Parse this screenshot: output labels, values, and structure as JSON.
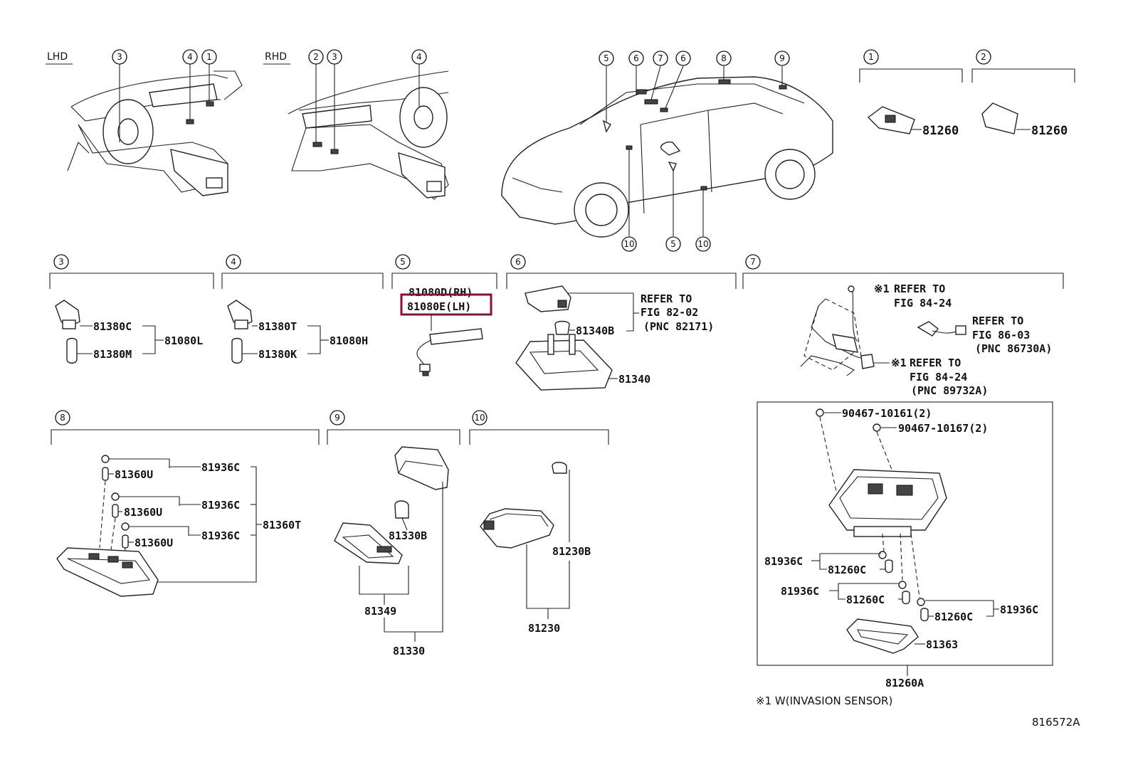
{
  "views": {
    "lhd": "LHD",
    "rhd": "RHD"
  },
  "callouts": {
    "c1": "1",
    "c2": "2",
    "c3": "3",
    "c4": "4",
    "c5": "5",
    "c6": "6",
    "c7": "7",
    "c8": "8",
    "c9": "9",
    "c10": "10"
  },
  "parts": {
    "p81260_a": "81260",
    "p81260_b": "81260",
    "p81380C": "81380C",
    "p81380M": "81380M",
    "p81080L": "81080L",
    "p81380T": "81380T",
    "p81380K": "81380K",
    "p81080H": "81080H",
    "p81080D": "81080D(RH)",
    "p81080E": "81080E(LH)",
    "p81340B": "81340B",
    "p81340": "81340",
    "p81936C_1": "81936C",
    "p81936C_2": "81936C",
    "p81936C_3": "81936C",
    "p81360U_1": "81360U",
    "p81360U_2": "81360U",
    "p81360U_3": "81360U",
    "p81360T": "81360T",
    "p81330B": "81330B",
    "p81349": "81349",
    "p81330": "81330",
    "p81230B": "81230B",
    "p81230": "81230",
    "p90467_10161": "90467-10161(2)",
    "p90467_10167": "90467-10167(2)",
    "p81936C_4": "81936C",
    "p81260C_1": "81260C",
    "p81936C_5": "81936C",
    "p81260C_2": "81260C",
    "p81260C_3": "81260C",
    "p81936C_6": "81936C",
    "p81363": "81363",
    "p81260A": "81260A"
  },
  "refs": {
    "s6_l1": "REFER TO",
    "s6_l2": "FIG 82-02",
    "s6_l3": "(PNC 82171)",
    "s7a_mark": "※1",
    "s7a_l1": "REFER TO",
    "s7a_l2": "FIG 84-24",
    "s7b_l1": "REFER TO",
    "s7b_l2": "FIG 86-03",
    "s7b_l3": "(PNC 86730A)",
    "s7c_mark": "※1",
    "s7c_l1": "REFER TO",
    "s7c_l2": "FIG 84-24",
    "s7c_l3": "(PNC 89732A)"
  },
  "footnote": "※1 W(INVASION SENSOR)",
  "figure_id": "816572A",
  "highlight_color": "#8b0f35"
}
